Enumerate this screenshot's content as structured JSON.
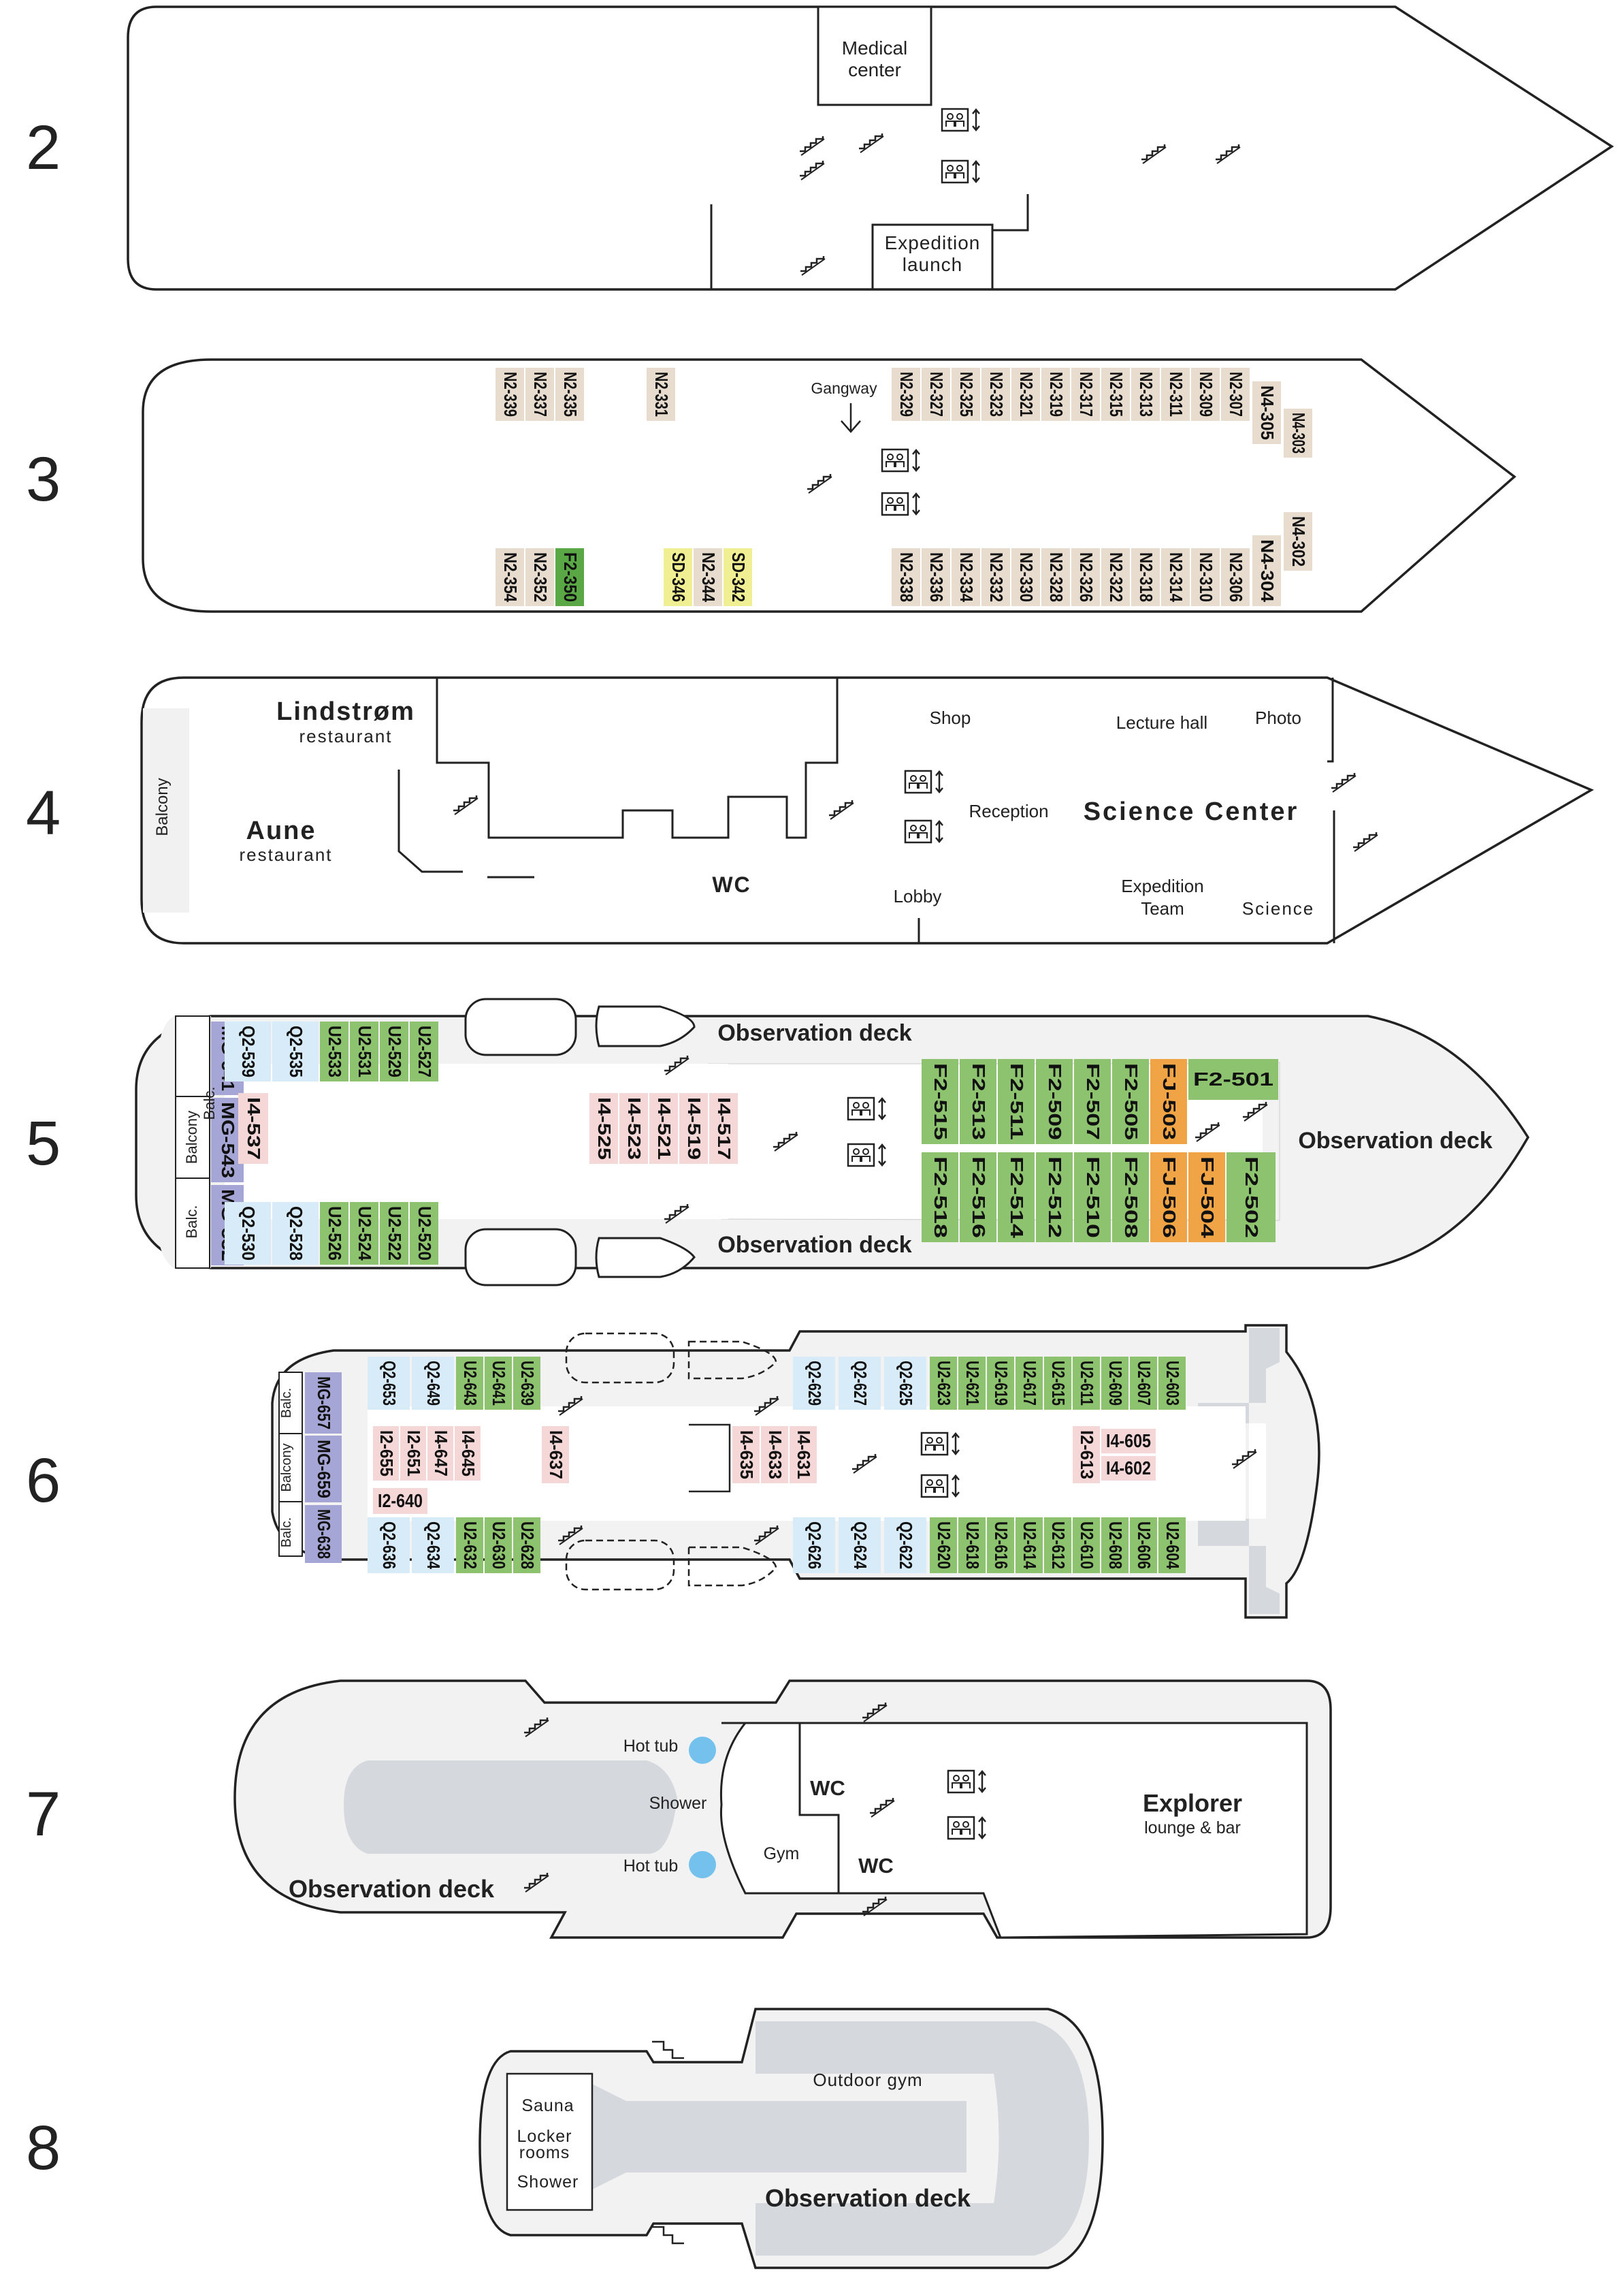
{
  "decks": [
    {
      "number": "2",
      "labels": {
        "medical": "Medical center",
        "launch": "Expedition launch"
      }
    },
    {
      "number": "3",
      "labels": {
        "gangway": "Gangway"
      }
    },
    {
      "number": "4",
      "labels": {
        "lindstrom": "Lindstrøm",
        "lindstrom_sub": "restaurant",
        "aune": "Aune",
        "aune_sub": "restaurant",
        "balcony": "Balcony",
        "wc": "WC",
        "shop": "Shop",
        "lecture": "Lecture hall",
        "photo": "Photo",
        "reception": "Reception",
        "science_center": "Science Center",
        "lobby": "Lobby",
        "expedition_team": "Expedition Team",
        "science": "Science"
      }
    },
    {
      "number": "5",
      "labels": {
        "obs_top": "Observation deck",
        "obs_bottom": "Observation deck",
        "obs_front": "Observation deck",
        "balc_top": "Balc.",
        "balcony": "Balcony",
        "balc_bottom": "Balc."
      }
    },
    {
      "number": "6",
      "labels": {
        "balc_top": "Balc.",
        "balcony": "Balcony",
        "balc_bottom": "Balc."
      }
    },
    {
      "number": "7",
      "labels": {
        "hot_tub_top": "Hot tub",
        "shower": "Shower",
        "hot_tub_bottom": "Hot tub",
        "wc_top": "WC",
        "wc_bottom": "WC",
        "gym": "Gym",
        "explorer": "Explorer",
        "explorer_sub": "lounge & bar",
        "observation": "Observation deck"
      }
    },
    {
      "number": "8",
      "labels": {
        "sauna": "Sauna",
        "locker": "Locker rooms",
        "shower": "Shower",
        "outdoor_gym": "Outdoor gym",
        "observation": "Observation deck"
      }
    }
  ],
  "cabin_colors": {
    "beige": "#e8dccf",
    "green": "#8dc26f",
    "darkgreen": "#5aa845",
    "yellow": "#f1ef94",
    "pink": "#f6d7d8",
    "blue": "#d7ebf8",
    "purple": "#a6a6d6",
    "orange": "#f0a445"
  },
  "cabins3_top": [
    "N2-339",
    "N2-337",
    "N2-335",
    "N2-331",
    "N2-329",
    "N2-327",
    "N2-325",
    "N2-323",
    "N2-321",
    "N2-319",
    "N2-317",
    "N2-315",
    "N2-313",
    "N2-311",
    "N2-309",
    "N2-307",
    "N4-305",
    "N4-303"
  ],
  "cabins3_bottom": [
    "N2-354",
    "N2-352",
    "F2-350",
    "SD-346",
    "N2-344",
    "SD-342",
    "N2-338",
    "N2-336",
    "N2-334",
    "N2-332",
    "N2-330",
    "N2-328",
    "N2-326",
    "N2-322",
    "N2-318",
    "N2-314",
    "N2-310",
    "N2-306",
    "N4-304",
    "N4-302"
  ],
  "cabins5": [
    "MG-541",
    "MG-543",
    "MG-532",
    "Q2-539",
    "Q2-535",
    "U2-533",
    "U2-531",
    "U2-529",
    "U2-527",
    "Q2-530",
    "Q2-528",
    "U2-526",
    "U2-524",
    "U2-522",
    "U2-520",
    "I4-537",
    "I4-525",
    "I4-523",
    "I4-521",
    "I4-519",
    "I4-517",
    "F2-515",
    "F2-513",
    "F2-511",
    "F2-509",
    "F2-507",
    "F2-505",
    "FJ-503",
    "F2-501",
    "F2-518",
    "F2-516",
    "F2-514",
    "F2-512",
    "F2-510",
    "F2-508",
    "FJ-506",
    "FJ-504",
    "F2-502"
  ],
  "cabins6": [
    "MG-657",
    "MG-659",
    "MG-638",
    "Q2-653",
    "Q2-649",
    "U2-643",
    "U2-641",
    "U2-639",
    "Q2-636",
    "Q2-634",
    "U2-632",
    "U2-630",
    "U2-628",
    "I2-655",
    "I2-651",
    "I4-647",
    "I4-645",
    "I2-640",
    "I4-637",
    "I4-635",
    "I4-633",
    "I4-631",
    "Q2-629",
    "Q2-627",
    "Q2-625",
    "U2-623",
    "U2-621",
    "U2-619",
    "U2-617",
    "U2-615",
    "U2-611",
    "U2-609",
    "U2-607",
    "U2-603",
    "Q2-626",
    "Q2-624",
    "Q2-622",
    "U2-620",
    "U2-618",
    "U2-616",
    "U2-614",
    "U2-612",
    "U2-610",
    "U2-608",
    "U2-606",
    "U2-604",
    "I2-613",
    "I4-605",
    "I4-602"
  ]
}
